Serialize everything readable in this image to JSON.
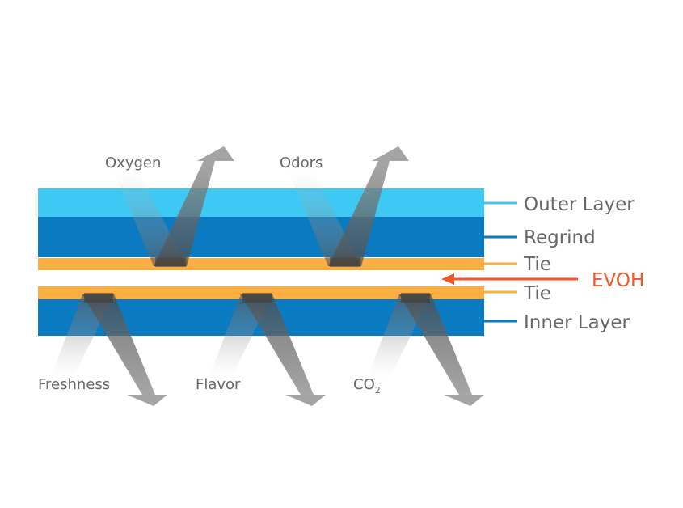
{
  "diagram": {
    "top_labels": {
      "oxygen": "Oxygen",
      "odors": "Odors"
    },
    "bottom_labels": {
      "freshness": "Freshness",
      "flavor": "Flavor",
      "co2_main": "CO",
      "co2_sub": "2"
    },
    "layer_labels": {
      "outer_layer": "Outer Layer",
      "regrind": "Regrind",
      "tie_top": "Tie",
      "tie_bottom": "Tie",
      "inner_layer": "Inner Layer"
    },
    "evoh_label": "EVOH",
    "colors": {
      "outer_layer": "#3ec8f4",
      "regrind": "#0a7bc1",
      "tie": "#fbae42",
      "inner_layer": "#0a7bc1",
      "evoh": "#ec5a2c",
      "text": "#666666",
      "arrow": "#8e8e8e"
    }
  }
}
